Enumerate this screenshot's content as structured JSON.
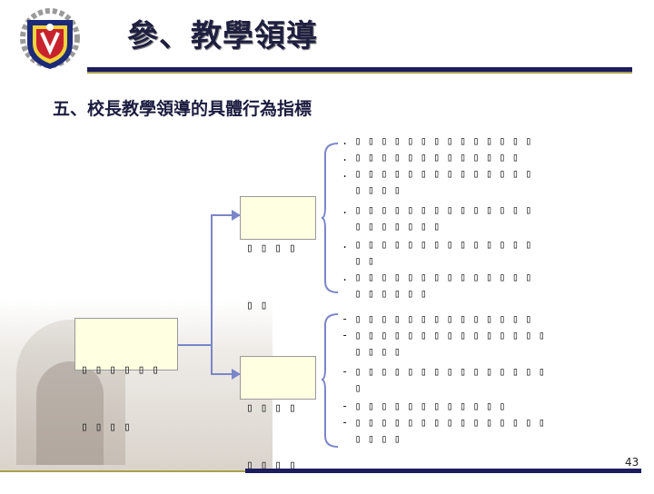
{
  "header": {
    "title": "參、教學領導"
  },
  "subtitle": "五、校長教學領導的具體行為指標",
  "root_box": {
    "lines": [
      "▯ ▯ ▯ ▯ ▯ ▯",
      "▯ ▯ ▯ ▯"
    ]
  },
  "box_a": {
    "lines": [
      "▯ ▯ ▯ ▯",
      "▯ ▯"
    ]
  },
  "box_b": {
    "lines": [
      "▯ ▯ ▯ ▯",
      "▯ ▯ ▯ ▯"
    ]
  },
  "group_a": [
    ". ▯ ▯ ▯ ▯ ▯ ▯ ▯ ▯ ▯ ▯ ▯ ▯ ▯ ▯",
    ". ▯ ▯ ▯ ▯ ▯ ▯ ▯ ▯ ▯ ▯ ▯ ▯ ▯",
    ". ▯ ▯ ▯ ▯ ▯ ▯ ▯ ▯ ▯ ▯ ▯ ▯ ▯ ▯",
    "  ▯ ▯ ▯ ▯",
    ". ▯ ▯ ▯ ▯ ▯ ▯ ▯ ▯ ▯ ▯ ▯ ▯ ▯ ▯",
    "  ▯ ▯ ▯ ▯ ▯ ▯ ▯",
    ". ▯ ▯ ▯ ▯ ▯ ▯ ▯ ▯ ▯ ▯ ▯ ▯ ▯ ▯",
    "  ▯ ▯",
    ". ▯ ▯ ▯ ▯ ▯ ▯ ▯ ▯ ▯ ▯ ▯ ▯ ▯ ▯",
    "  ▯ ▯ ▯ ▯ ▯ ▯"
  ],
  "group_b": [
    "- ▯ ▯ ▯ ▯ ▯ ▯ ▯ ▯ ▯ ▯ ▯ ▯ ▯ ▯",
    "- ▯ ▯ ▯ ▯ ▯ ▯ ▯ ▯ ▯ ▯ ▯ ▯ ▯ ▯ ▯",
    "  ▯ ▯ ▯ ▯",
    "- ▯ ▯ ▯ ▯ ▯ ▯ ▯ ▯ ▯ ▯ ▯ ▯ ▯ ▯ ▯",
    "  ▯",
    "- ▯ ▯ ▯ ▯ ▯ ▯ ▯ ▯ ▯ ▯ ▯ ▯",
    "- ▯ ▯ ▯ ▯ ▯ ▯ ▯ ▯ ▯ ▯ ▯ ▯ ▯ ▯ ▯",
    "  ▯ ▯ ▯ ▯"
  ],
  "page_number": "43",
  "colors": {
    "accent_navy": "#1c1c5f",
    "accent_olive": "#a9a14a",
    "box_fill": "#ffffe1",
    "connector": "#7b86c8"
  }
}
